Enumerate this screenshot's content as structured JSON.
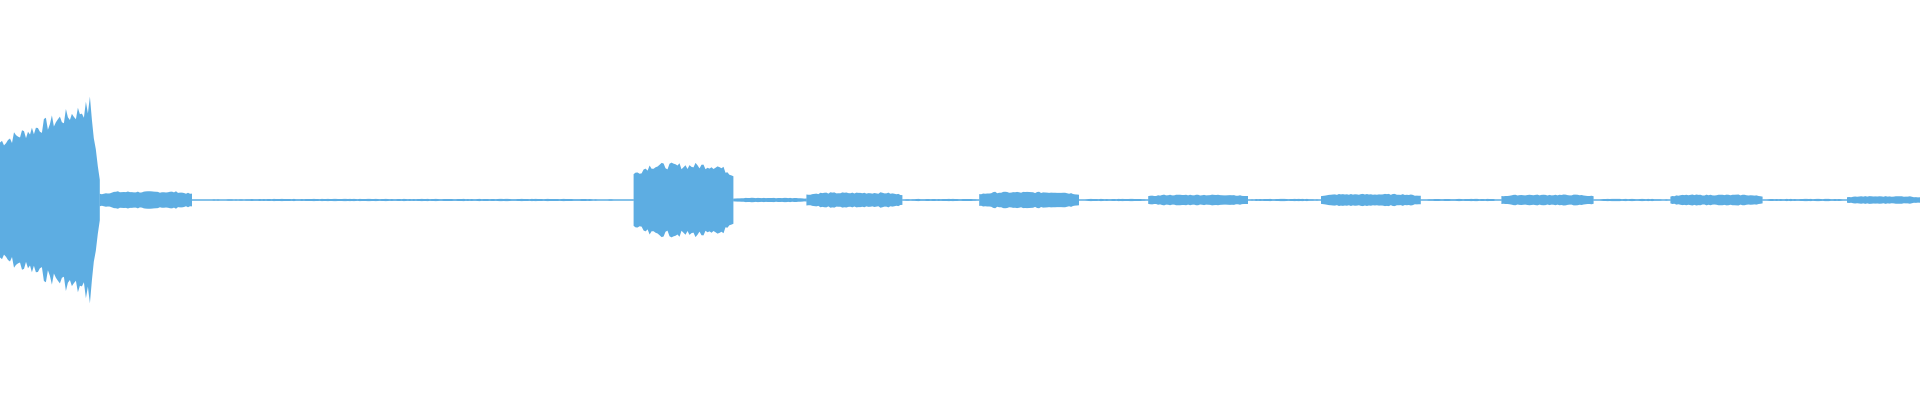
{
  "waveform": {
    "color": "#5dade2",
    "segments": [
      {
        "start": 0.0,
        "end": 0.052,
        "peak": 0.48
      },
      {
        "start": 0.052,
        "end": 0.1,
        "peak": 0.04
      },
      {
        "start": 0.1,
        "end": 0.33,
        "peak": 0.005
      },
      {
        "start": 0.33,
        "end": 0.382,
        "peak": 0.17
      },
      {
        "start": 0.382,
        "end": 0.42,
        "peak": 0.01
      },
      {
        "start": 0.42,
        "end": 0.47,
        "peak": 0.035
      },
      {
        "start": 0.47,
        "end": 0.51,
        "peak": 0.005
      },
      {
        "start": 0.51,
        "end": 0.562,
        "peak": 0.038
      },
      {
        "start": 0.562,
        "end": 0.598,
        "peak": 0.005
      },
      {
        "start": 0.598,
        "end": 0.65,
        "peak": 0.025
      },
      {
        "start": 0.65,
        "end": 0.688,
        "peak": 0.005
      },
      {
        "start": 0.688,
        "end": 0.74,
        "peak": 0.028
      },
      {
        "start": 0.74,
        "end": 0.782,
        "peak": 0.005
      },
      {
        "start": 0.782,
        "end": 0.83,
        "peak": 0.025
      },
      {
        "start": 0.83,
        "end": 0.87,
        "peak": 0.005
      },
      {
        "start": 0.87,
        "end": 0.918,
        "peak": 0.025
      },
      {
        "start": 0.918,
        "end": 0.962,
        "peak": 0.005
      },
      {
        "start": 0.962,
        "end": 1.0,
        "peak": 0.018
      }
    ]
  }
}
